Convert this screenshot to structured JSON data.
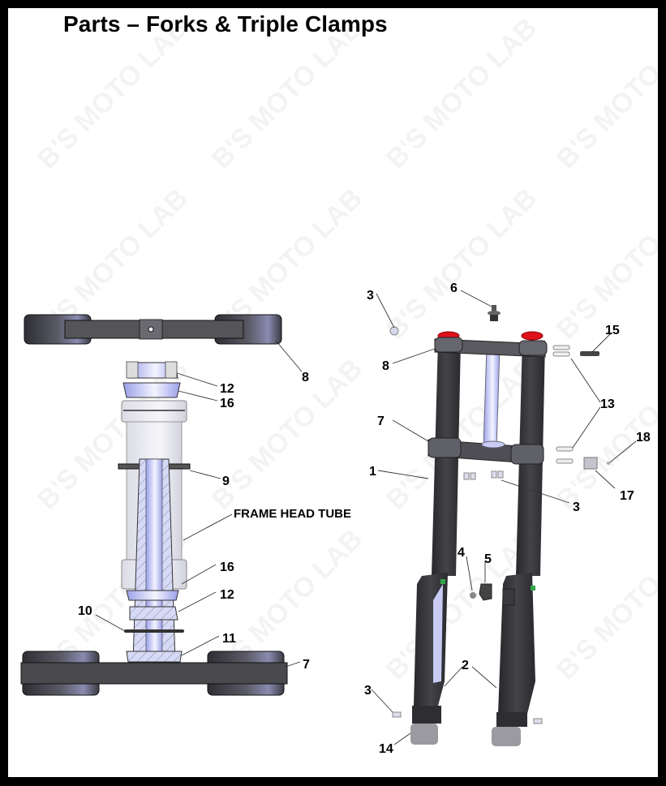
{
  "title": "Parts – Forks & Triple Clamps",
  "watermark": "B'S MOTO LAB",
  "colors": {
    "frame": "#000000",
    "background": "#ffffff",
    "part_dark": "#4a4a52",
    "part_fork": "#3a3a3e",
    "part_blue": "#b8bcf0",
    "part_light": "#e4e4ee",
    "cap_red": "#e0101a",
    "accent_green": "#2fa84a"
  },
  "left_diagram": {
    "name": "Exploded section view – steering stem",
    "callouts": [
      {
        "id": "8",
        "label": "8"
      },
      {
        "id": "12a",
        "label": "12"
      },
      {
        "id": "16a",
        "label": "16"
      },
      {
        "id": "9",
        "label": "9"
      },
      {
        "id": "frame",
        "label": "FRAME HEAD TUBE"
      },
      {
        "id": "16b",
        "label": "16"
      },
      {
        "id": "12b",
        "label": "12"
      },
      {
        "id": "10",
        "label": "10"
      },
      {
        "id": "11",
        "label": "11"
      },
      {
        "id": "7",
        "label": "7"
      }
    ]
  },
  "right_diagram": {
    "name": "Fork assembly – isometric view",
    "callouts": [
      {
        "id": "3a",
        "label": "3"
      },
      {
        "id": "6",
        "label": "6"
      },
      {
        "id": "15",
        "label": "15"
      },
      {
        "id": "8",
        "label": "8"
      },
      {
        "id": "13",
        "label": "13"
      },
      {
        "id": "7",
        "label": "7"
      },
      {
        "id": "18",
        "label": "18"
      },
      {
        "id": "1",
        "label": "1"
      },
      {
        "id": "17",
        "label": "17"
      },
      {
        "id": "3b",
        "label": "3"
      },
      {
        "id": "4",
        "label": "4"
      },
      {
        "id": "5",
        "label": "5"
      },
      {
        "id": "2",
        "label": "2"
      },
      {
        "id": "3c",
        "label": "3"
      },
      {
        "id": "14",
        "label": "14"
      }
    ]
  }
}
